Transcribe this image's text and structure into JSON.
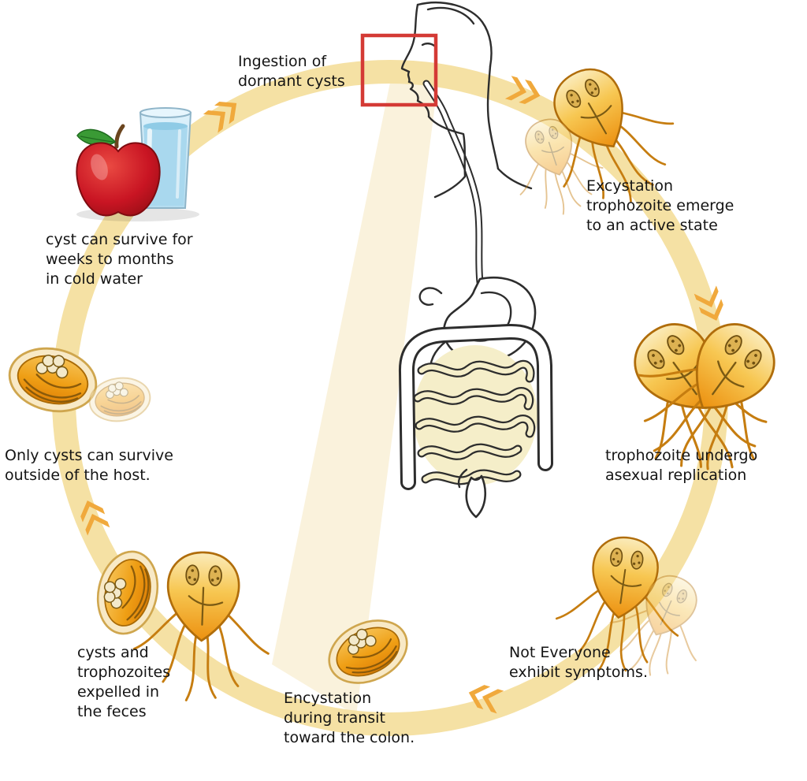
{
  "diagram": {
    "labels": {
      "ingestion": "Ingestion of\ndormant cysts",
      "excystation": "Excystation\ntrophozoite emerge\nto an active state",
      "replication": "trophozoite undergo\nasexual replication",
      "symptoms": "Not Everyone\nexhibit symptoms.",
      "encystation": "Encystation\nduring transit\ntoward the colon.",
      "expelled": "cysts and\ntrophozoites\nexpelled in\nthe feces",
      "outside_host": "Only cysts can survive\noutside of the host.",
      "cold_water": "cyst can survive for\nweeks to months\nin cold water"
    }
  },
  "colors": {
    "ring": "#f5e1a4",
    "arrow": "#f0a93c",
    "red_box": "#d43a35",
    "organism": "#ef9a14",
    "text": "#141414"
  }
}
